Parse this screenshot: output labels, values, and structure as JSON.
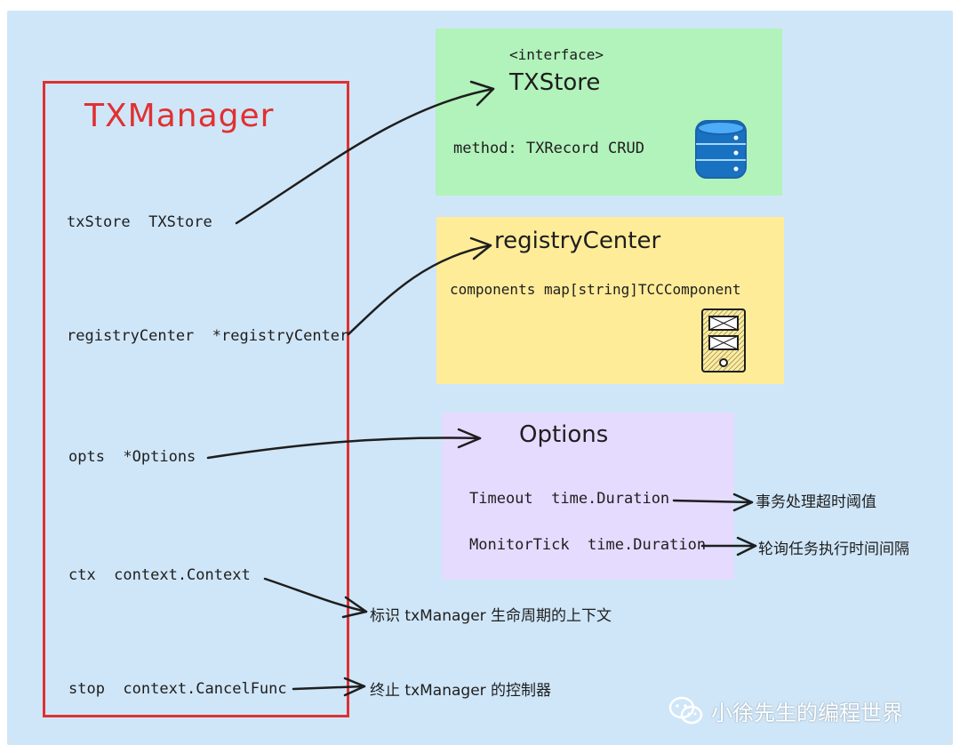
{
  "manager": {
    "title": "TXManager",
    "fields": [
      {
        "id": "txstore",
        "text": "txStore  TXStore"
      },
      {
        "id": "registry",
        "text": "registryCenter  *registryCenter"
      },
      {
        "id": "opts",
        "text": "opts  *Options"
      },
      {
        "id": "ctx",
        "text": "ctx  context.Context"
      },
      {
        "id": "stop",
        "text": "stop  context.CancelFunc"
      }
    ]
  },
  "txstore_panel": {
    "stereotype": "<interface>",
    "title": "TXStore",
    "method": "method: TXRecord CRUD"
  },
  "registry_panel": {
    "title": "registryCenter",
    "components": "components map[string]TCCComponent"
  },
  "options_panel": {
    "title": "Options",
    "timeout": "Timeout  time.Duration",
    "monitor_tick": "MonitorTick  time.Duration"
  },
  "notes": {
    "timeout": "事务处理超时阈值",
    "monitor_tick": "轮询任务执行时间间隔",
    "ctx": "标识 txManager 生命周期的上下文",
    "stop": "终止 txManager 的控制器"
  },
  "watermark": "小徐先生的编程世界",
  "colors": {
    "background": "#cfe6f8",
    "manager_border": "#e03131",
    "green_panel": "#b2f2bb",
    "yellow_panel": "#ffec99",
    "purple_panel": "#e5dbff",
    "database_icon": "#1971c2"
  }
}
